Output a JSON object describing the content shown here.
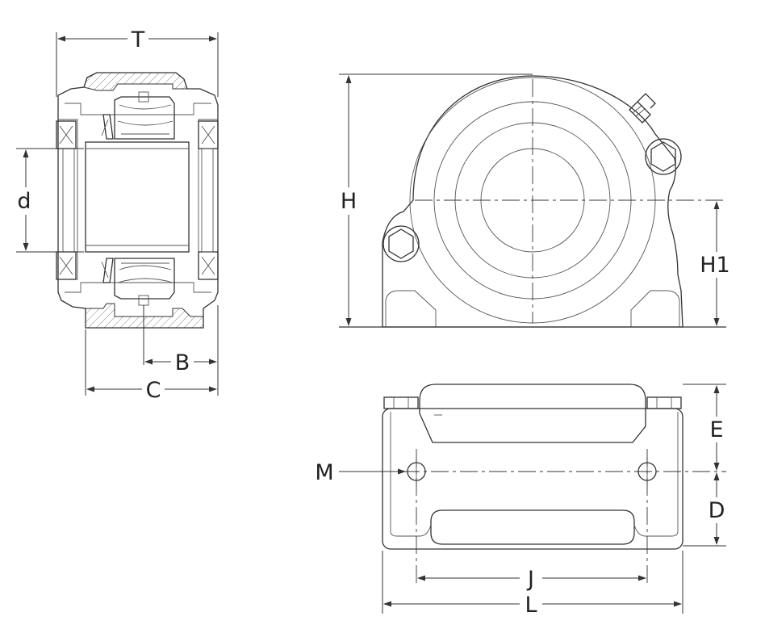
{
  "dimensions": {
    "T": "T",
    "d": "d",
    "B": "B",
    "C": "C",
    "H": "H",
    "H1": "H1",
    "E": "E",
    "D": "D",
    "M": "M",
    "J": "J",
    "L": "L"
  },
  "colors": {
    "line": "#333333",
    "background": "#ffffff"
  }
}
